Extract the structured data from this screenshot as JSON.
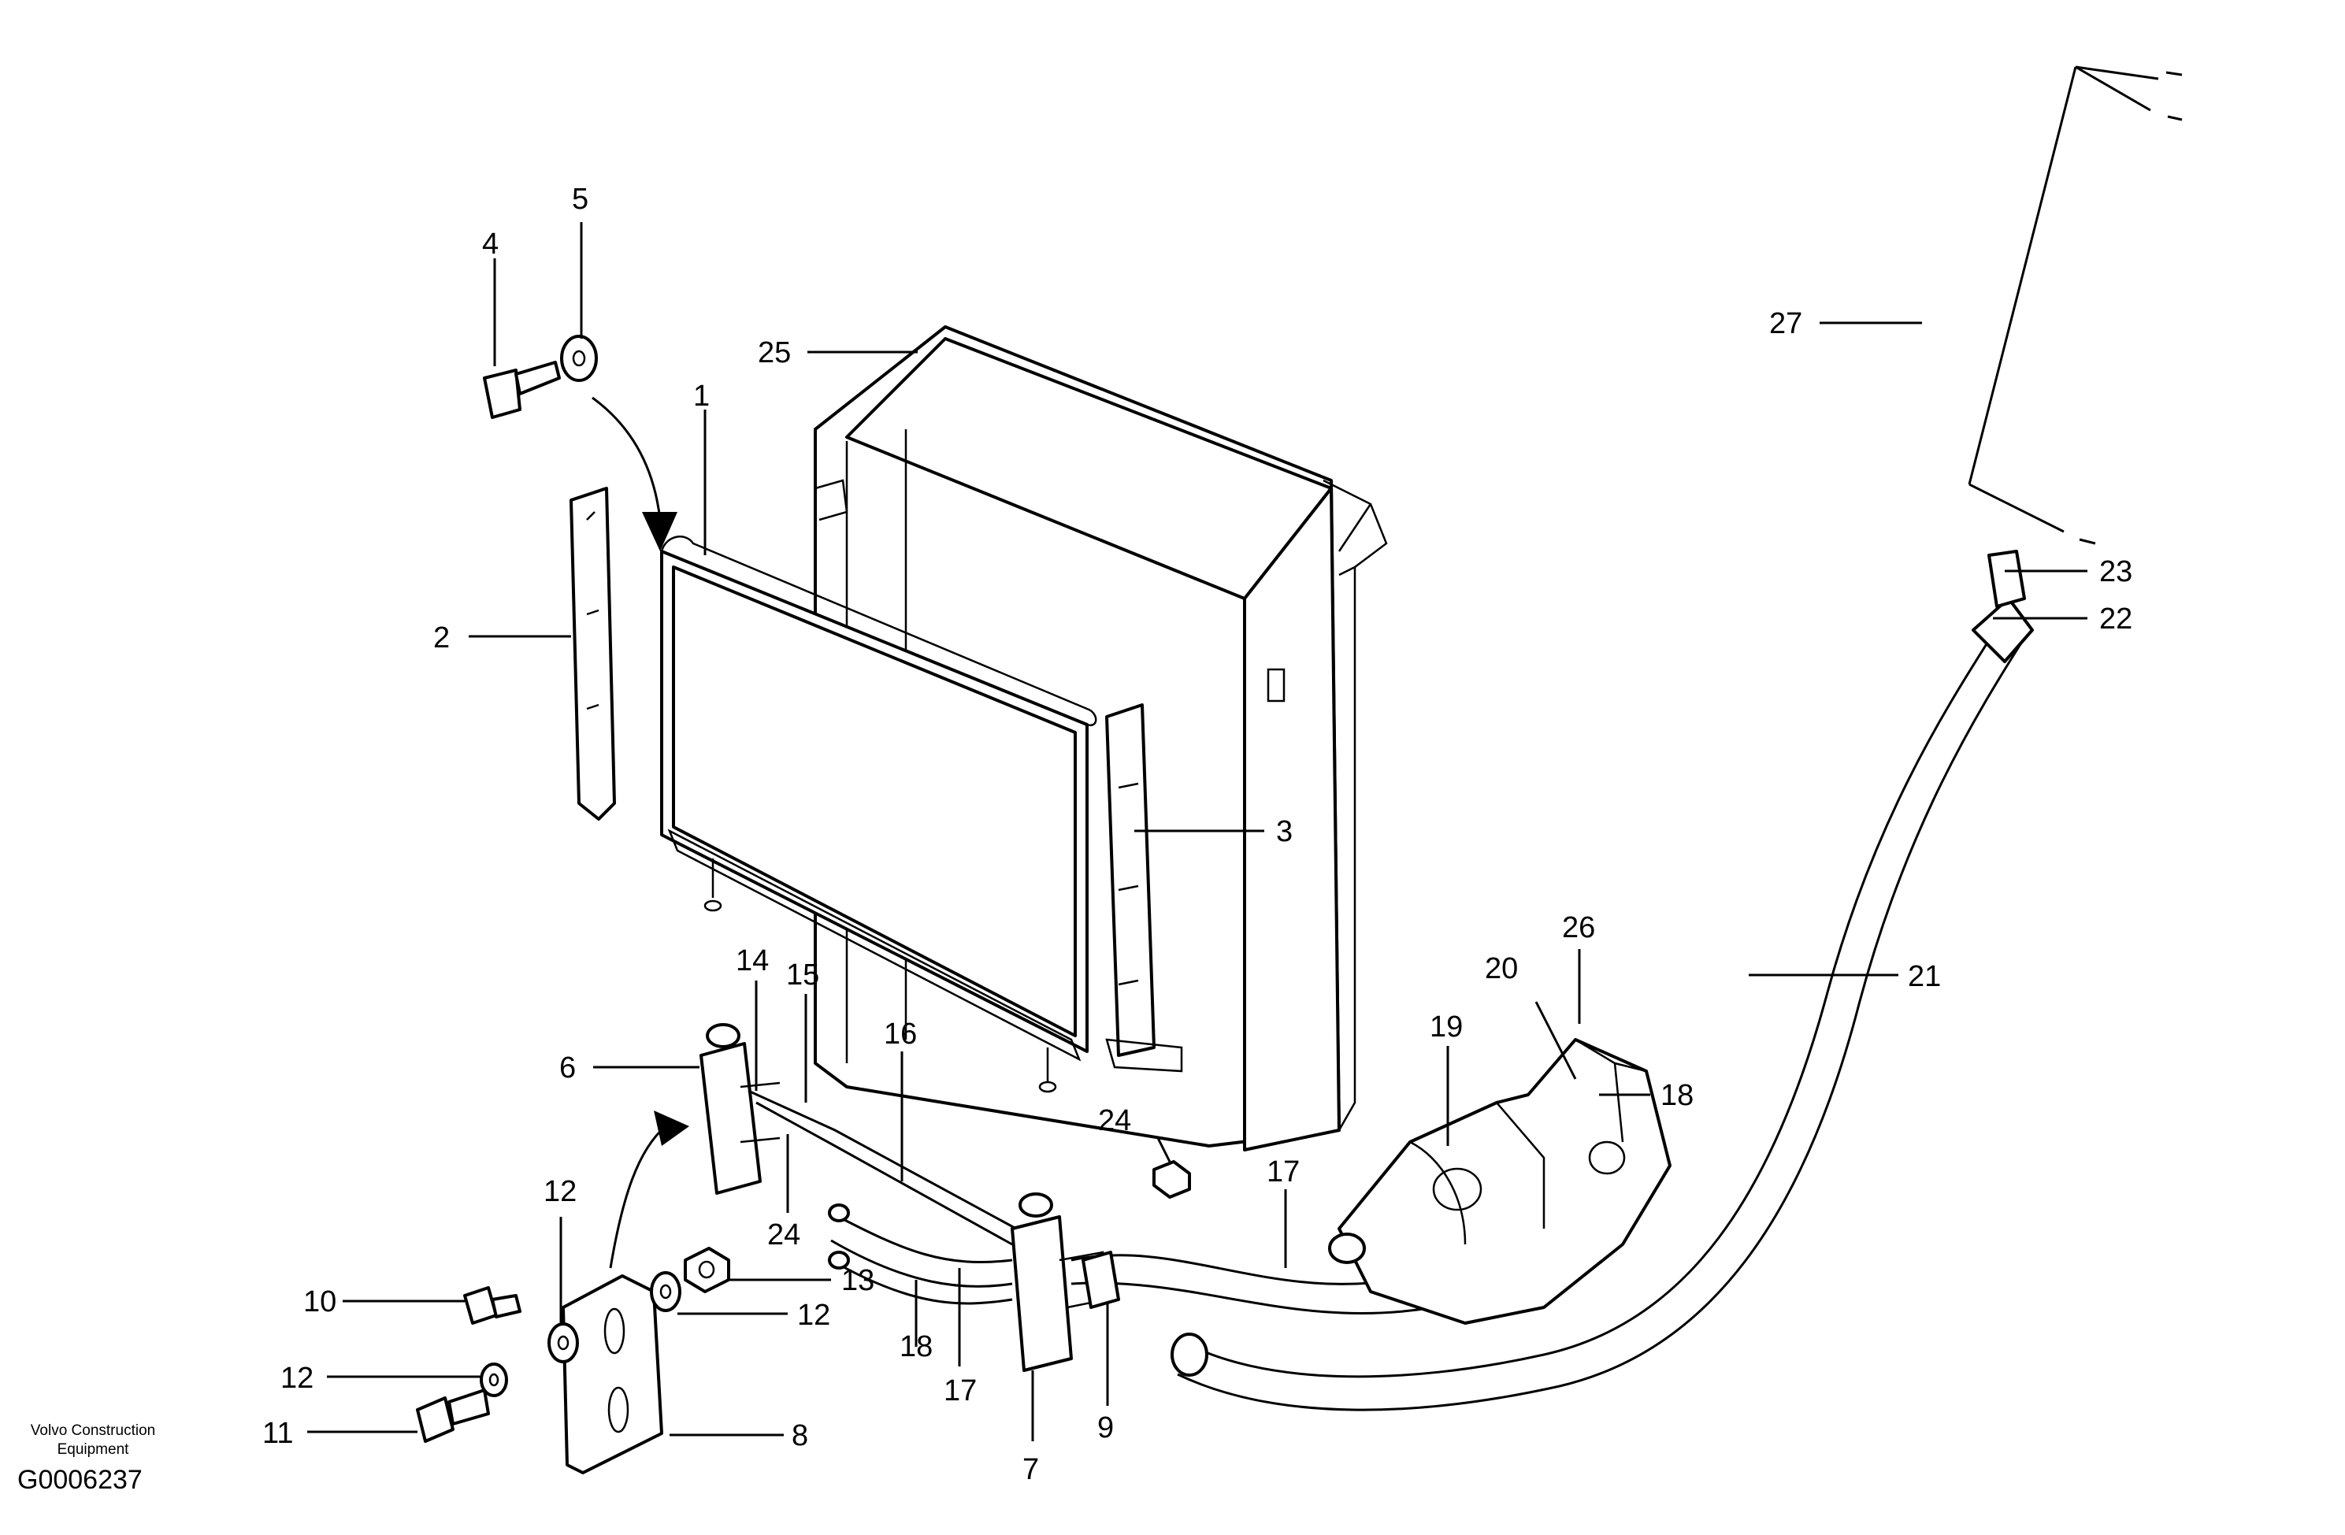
{
  "caption": {
    "company_line1": "Volvo Construction",
    "company_line2": "Equipment",
    "figure_id": "G0006237"
  },
  "callouts": [
    {
      "id": "c1",
      "text": "1"
    },
    {
      "id": "c2",
      "text": "2"
    },
    {
      "id": "c3",
      "text": "3"
    },
    {
      "id": "c4",
      "text": "4"
    },
    {
      "id": "c5",
      "text": "5"
    },
    {
      "id": "c6",
      "text": "6"
    },
    {
      "id": "c7",
      "text": "7"
    },
    {
      "id": "c8",
      "text": "8"
    },
    {
      "id": "c9",
      "text": "9"
    },
    {
      "id": "c10",
      "text": "10"
    },
    {
      "id": "c11",
      "text": "11"
    },
    {
      "id": "c12a",
      "text": "12"
    },
    {
      "id": "c12b",
      "text": "12"
    },
    {
      "id": "c12c",
      "text": "12"
    },
    {
      "id": "c13",
      "text": "13"
    },
    {
      "id": "c14",
      "text": "14"
    },
    {
      "id": "c15",
      "text": "15"
    },
    {
      "id": "c16",
      "text": "16"
    },
    {
      "id": "c17a",
      "text": "17"
    },
    {
      "id": "c17b",
      "text": "17"
    },
    {
      "id": "c18a",
      "text": "18"
    },
    {
      "id": "c18b",
      "text": "18"
    },
    {
      "id": "c19",
      "text": "19"
    },
    {
      "id": "c20",
      "text": "20"
    },
    {
      "id": "c21",
      "text": "21"
    },
    {
      "id": "c22",
      "text": "22"
    },
    {
      "id": "c23",
      "text": "23"
    },
    {
      "id": "c24a",
      "text": "24"
    },
    {
      "id": "c24b",
      "text": "24"
    },
    {
      "id": "c25",
      "text": "25"
    },
    {
      "id": "c26",
      "text": "26"
    },
    {
      "id": "c27",
      "text": "27"
    }
  ]
}
